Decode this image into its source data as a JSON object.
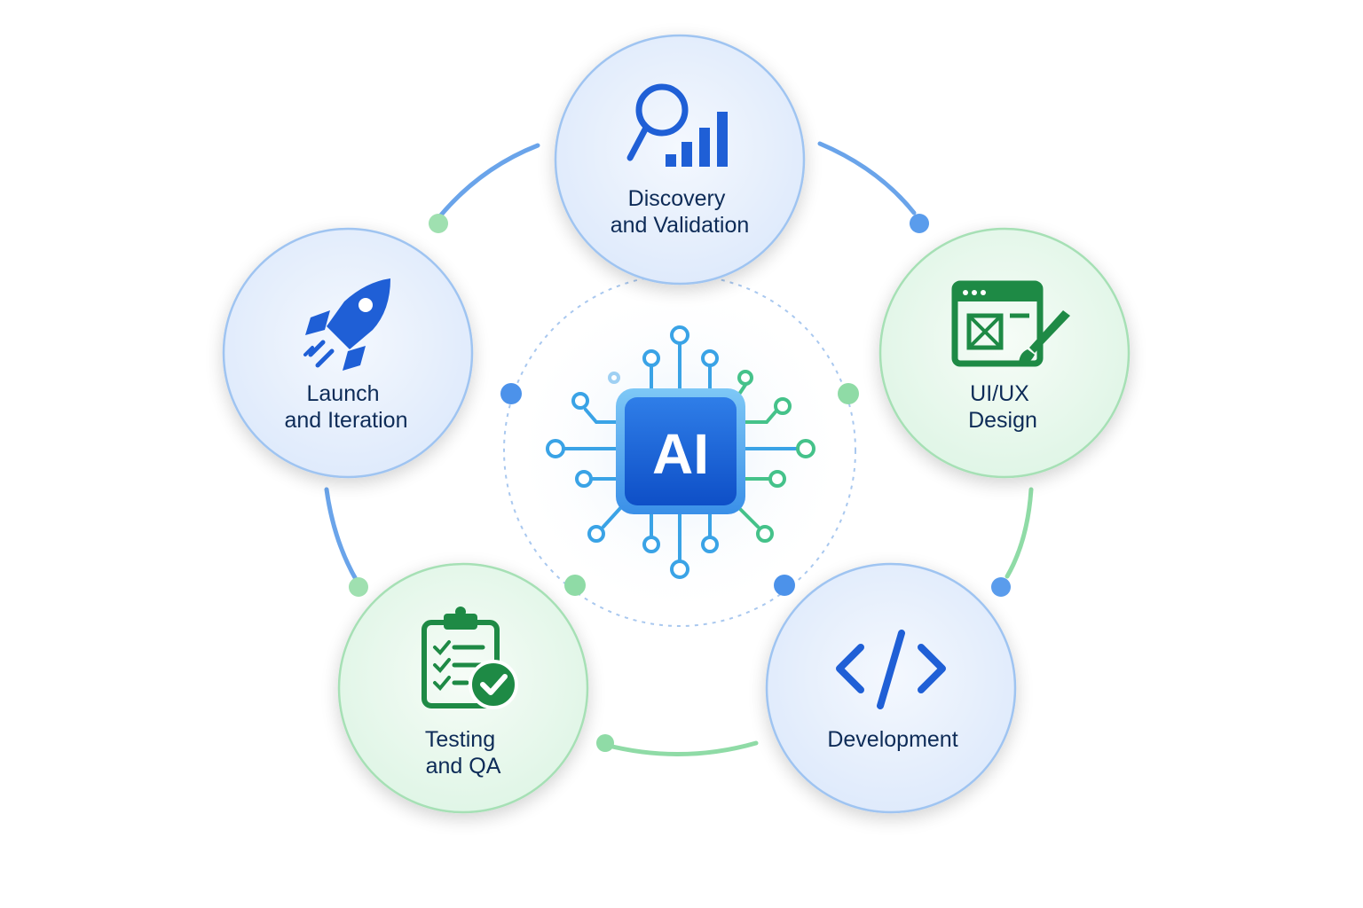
{
  "diagram": {
    "center": {
      "label": "AI",
      "icon": "ai-chip-icon"
    },
    "stages": [
      {
        "id": "discovery",
        "lines": [
          "Discovery",
          "and Validation"
        ],
        "icon": "search-chart-icon",
        "theme": "blue"
      },
      {
        "id": "uiux",
        "lines": [
          "UI/UX",
          "Design"
        ],
        "icon": "design-window-brush-icon",
        "theme": "green"
      },
      {
        "id": "development",
        "lines": [
          "Development"
        ],
        "icon": "code-brackets-icon",
        "theme": "blue"
      },
      {
        "id": "testing",
        "lines": [
          "Testing",
          "and QA"
        ],
        "icon": "clipboard-check-icon",
        "theme": "green"
      },
      {
        "id": "launch",
        "lines": [
          "Launch",
          "and Iteration"
        ],
        "icon": "rocket-icon",
        "theme": "blue"
      }
    ],
    "colors": {
      "blue_primary": "#1f5fd6",
      "blue_dark": "#0f47b8",
      "green_primary": "#1e8a45",
      "text_dark": "#0d2b57",
      "circle_blue_fill": "#e8f1fd",
      "circle_blue_stroke": "#9fc4f1",
      "circle_green_fill": "#eaf8ee",
      "circle_green_stroke": "#a6e0b5",
      "connector_blue": "#6aa4ea",
      "connector_green": "#8fdba6"
    }
  }
}
